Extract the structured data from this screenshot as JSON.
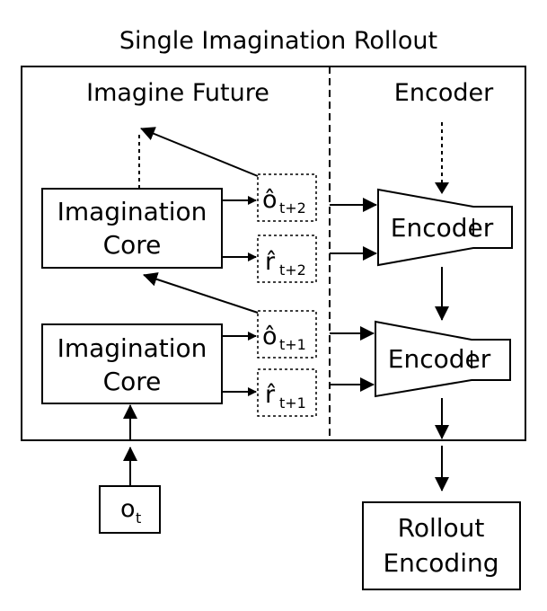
{
  "title": "Single Imagination Rollout",
  "sections": {
    "left": "Imagine Future",
    "right": "Encoder"
  },
  "imagination_core": {
    "line1": "Imagination",
    "line2": "Core"
  },
  "encoder_label": "Encoder",
  "observations": {
    "o_hat": "ô",
    "r_hat": "r̂",
    "o": "o",
    "sub_t2": "t+2",
    "sub_t1": "t+1",
    "sub_t": "t"
  },
  "rollout": {
    "line1": "Rollout",
    "line2": "Encoding"
  }
}
